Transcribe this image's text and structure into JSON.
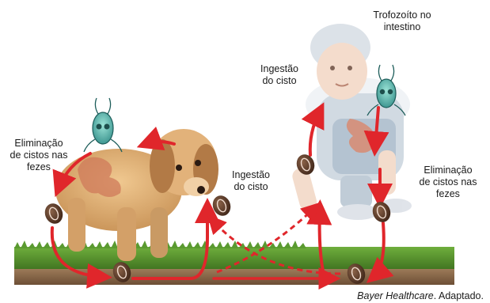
{
  "labels": {
    "trophozoite": "Trofozoíto no\nintestino",
    "ingestion_child": "Ingestão\ndo cisto",
    "ingestion_dog": "Ingestão\ndo cisto",
    "elimination_dog": "Eliminação\nde cistos nas\nfezes",
    "elimination_child": "Eliminação\nde cistos nas\nfezes"
  },
  "credit": {
    "source": "Bayer Healthcare",
    "suffix": ". Adaptado."
  },
  "colors": {
    "arrow": "#e0262b",
    "grass": "#4f8a2a",
    "soil": "#8b6a4b",
    "cyst": "#5a3a28",
    "dog": "#d9a66a",
    "child_shirt": "#b9c7d4",
    "trophozoite": "#5fb8b0"
  },
  "icons": [
    "dog-illustration",
    "child-illustration",
    "cyst-icon",
    "trophozoite-icon"
  ]
}
